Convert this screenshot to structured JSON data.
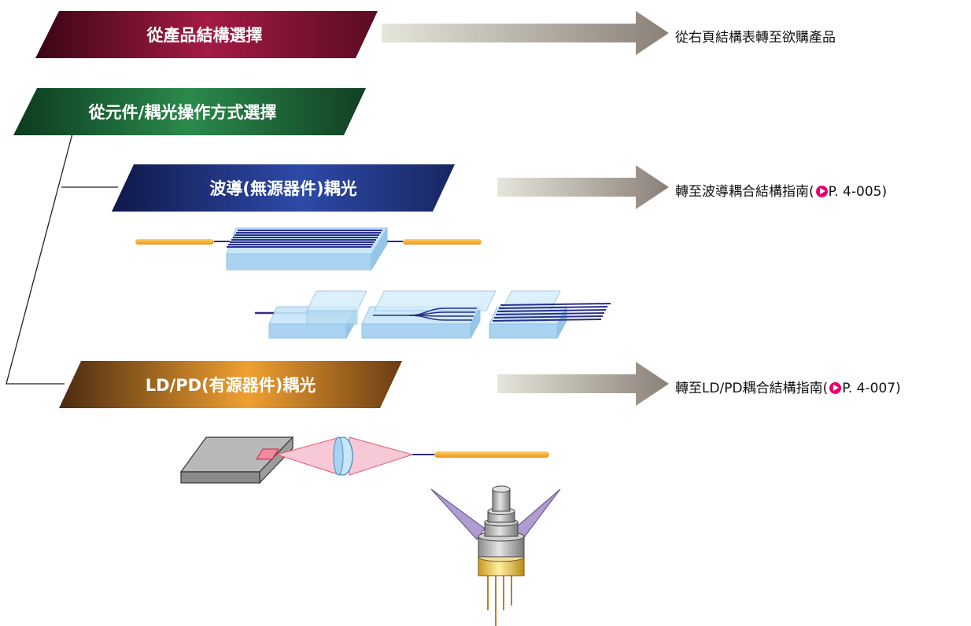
{
  "headers": {
    "product_structure": "從產品結構選擇",
    "component_coupling": "從元件/耦光操作方式選擇",
    "waveguide": "波導(無源器件)耦光",
    "ldpd": "LD/PD(有源器件)耦光"
  },
  "links": {
    "product_structure": "從右頁結構表轉至欲購產品",
    "waveguide_prefix": "轉至波導耦合結構指南(",
    "waveguide_page": "P. 4-005",
    "waveguide_suffix": ")",
    "ldpd_prefix": "轉至LD/PD耦合結構指南(",
    "ldpd_page": "P. 4-007",
    "ldpd_suffix": ")"
  },
  "icons": [
    "right-arrow-icon",
    "page-reference-icon"
  ],
  "colors": {
    "banner_red": "#7a1230",
    "banner_green": "#1d6a3a",
    "banner_blue": "#1e2f78",
    "banner_orange": "#e08a20",
    "arrow": "#8c847c",
    "waveguide_glass": "#a9d3f0",
    "waveguide_core": "#2a2f8a",
    "fiber": "#f2a830",
    "ref_icon": "#e8006a"
  }
}
